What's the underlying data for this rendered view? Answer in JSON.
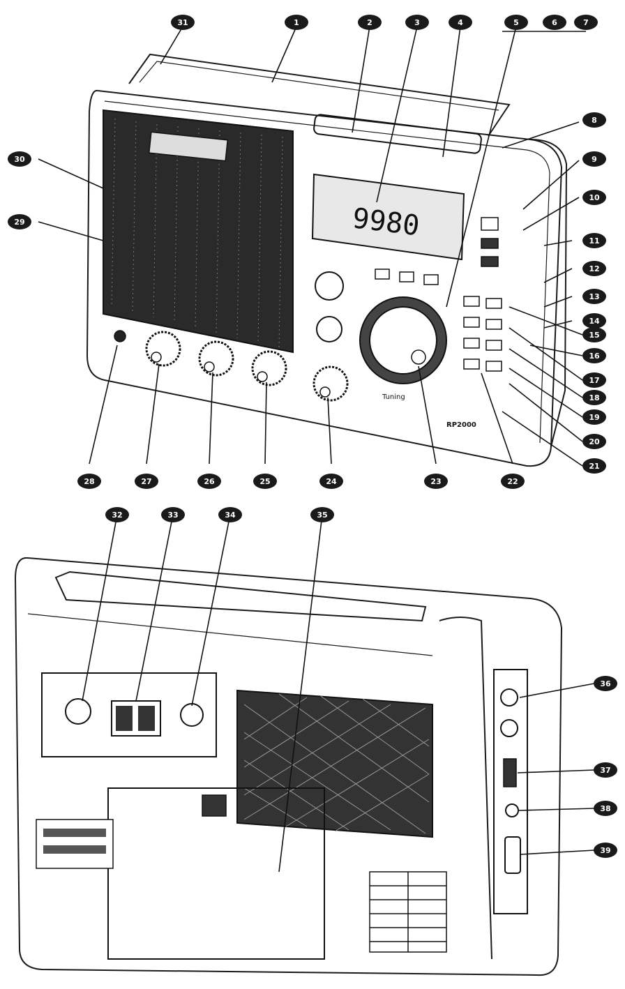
{
  "callouts": [
    {
      "label": "31"
    },
    {
      "label": "1"
    },
    {
      "label": "2"
    },
    {
      "label": "3"
    },
    {
      "label": "4"
    },
    {
      "label": "5"
    },
    {
      "label": "6"
    },
    {
      "label": "7"
    },
    {
      "label": "8"
    },
    {
      "label": "9"
    },
    {
      "label": "10"
    },
    {
      "label": "11"
    },
    {
      "label": "12"
    },
    {
      "label": "13"
    },
    {
      "label": "14"
    },
    {
      "label": "15"
    },
    {
      "label": "16"
    },
    {
      "label": "17"
    },
    {
      "label": "18"
    },
    {
      "label": "19"
    },
    {
      "label": "20"
    },
    {
      "label": "21"
    },
    {
      "label": "22"
    },
    {
      "label": "23"
    },
    {
      "label": "24"
    },
    {
      "label": "25"
    },
    {
      "label": "26"
    },
    {
      "label": "27"
    },
    {
      "label": "28"
    },
    {
      "label": "29"
    },
    {
      "label": "30"
    },
    {
      "label": "32"
    },
    {
      "label": "33"
    },
    {
      "label": "34"
    },
    {
      "label": "35"
    },
    {
      "label": "36"
    },
    {
      "label": "37"
    },
    {
      "label": "38"
    },
    {
      "label": "39"
    }
  ],
  "front": {
    "lcd_reading": "9980",
    "tuning_label": "Tuning",
    "model_label": "RP2000"
  }
}
